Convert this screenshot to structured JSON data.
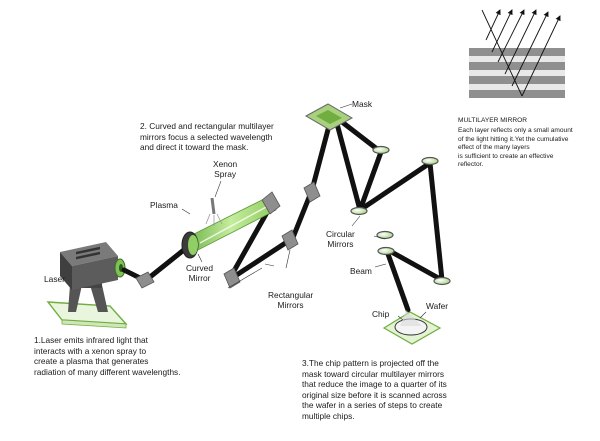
{
  "labels": {
    "mask": "Mask",
    "xenon_spray": "Xenon\nSpray",
    "plasma": "Plasma",
    "laser": "Laser",
    "curved_mirror": "Curved\nMirror",
    "rectangular_mirrors": "Rectangular\nMirrors",
    "circular_mirrors": "Circular\nMirrors",
    "beam": "Beam",
    "wafer": "Wafer",
    "chip": "Chip"
  },
  "steps": {
    "step1": "1.Laser emits infrared light that\ninteracts with a xenon spray to\ncreate a plasma that generates\nradiation of many different wavelengths.",
    "step2": "2. Curved and rectangular multilayer\nmirrors focus a selected wavelength\nand direct it toward the mask.",
    "step3": "3.The chip pattern is projected off the\nmask toward  circular multilayer mirrors\nthat reduce the image to a quarter of its\noriginal size before it is scanned across\nthe wafer in a series of steps to create\nmultiple chips."
  },
  "multilayer_mirror": {
    "title": "MULTILAYER MIRROR",
    "description": "Each layer reflects  only a small amount\nof the light hitting it.Yet the cumulative\neffect of the many layers\nis sufficient to create an effective\nreflector."
  },
  "colors": {
    "beam": "#111111",
    "plasma_green": "#9bd36a",
    "laser_gray": "#6b6b6b",
    "mirror_gray": "#9a9a9a",
    "mirror_green": "#c6e59b"
  }
}
